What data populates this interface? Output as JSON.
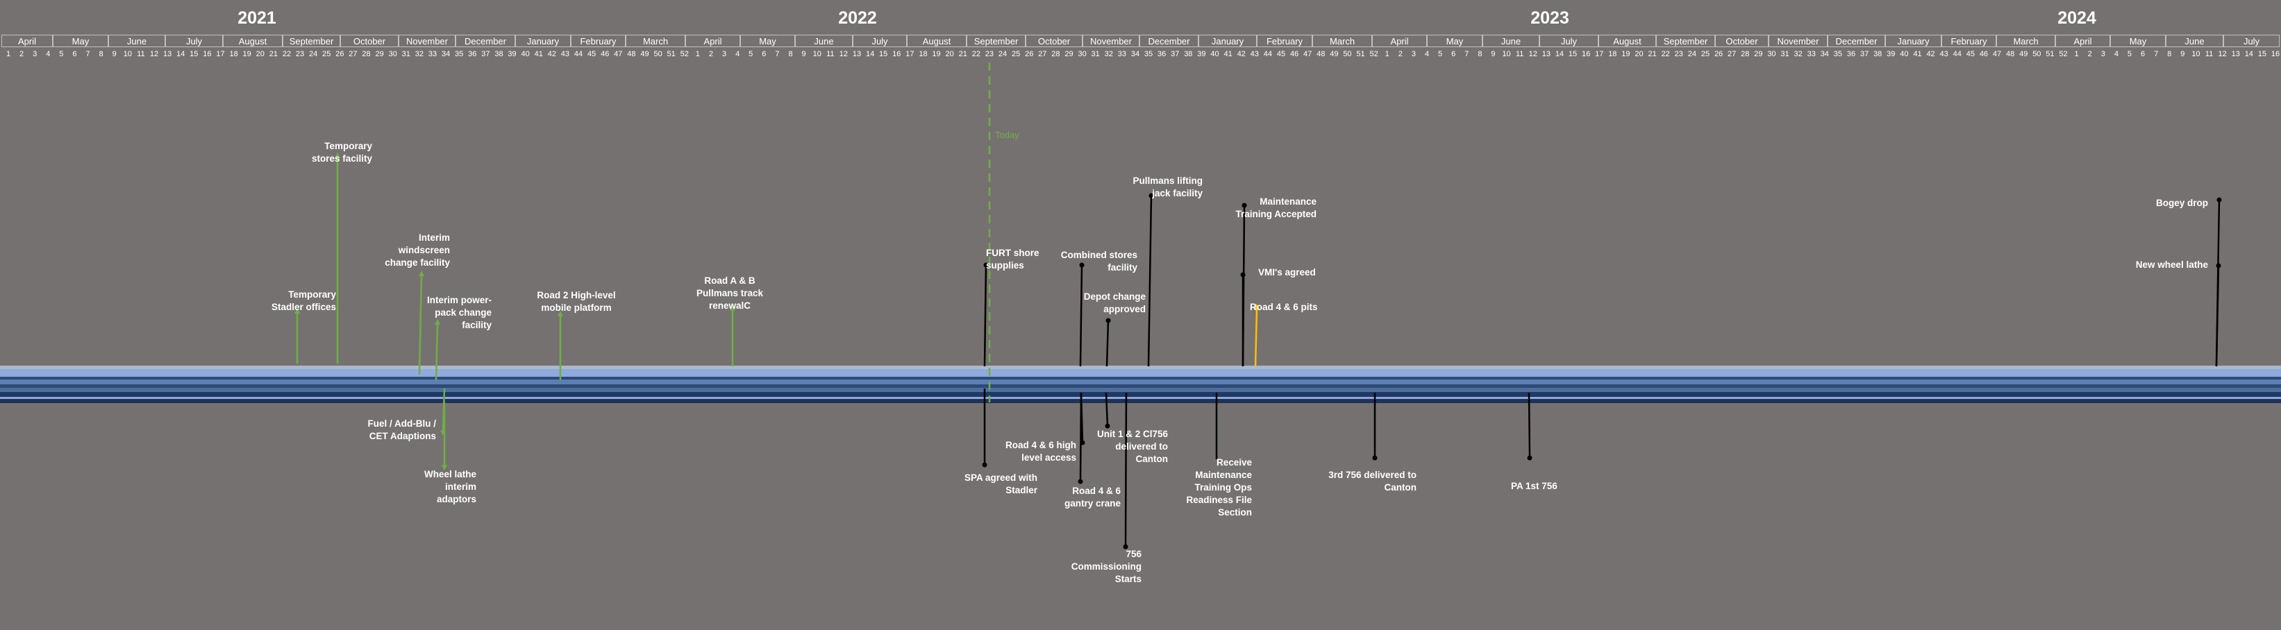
{
  "years": [
    "2021",
    "2022",
    "2023",
    "2024"
  ],
  "months": [
    "April",
    "May",
    "June",
    "July",
    "August",
    "September",
    "October",
    "November",
    "December",
    "January",
    "February",
    "March",
    "April",
    "May",
    "June",
    "July",
    "August",
    "September",
    "October",
    "November",
    "December",
    "January",
    "February",
    "March",
    "April",
    "May",
    "June",
    "July",
    "August",
    "September",
    "October",
    "November",
    "December",
    "January",
    "February",
    "March",
    "April",
    "May",
    "June",
    "July"
  ],
  "weeks": [
    "1",
    "2",
    "3",
    "4",
    "5",
    "6",
    "7",
    "8",
    "9",
    "10",
    "11",
    "12",
    "13",
    "14",
    "15",
    "16",
    "17",
    "18",
    "19",
    "20",
    "21",
    "22",
    "23",
    "24",
    "25",
    "26",
    "27",
    "28",
    "29",
    "30",
    "31",
    "32",
    "33",
    "34",
    "35",
    "36",
    "37",
    "38",
    "39",
    "40",
    "41",
    "42",
    "43",
    "44",
    "45",
    "46",
    "47",
    "48",
    "49",
    "50",
    "51",
    "52",
    "1",
    "2",
    "3",
    "4",
    "5",
    "6",
    "7",
    "8",
    "9",
    "10",
    "11",
    "12",
    "13",
    "14",
    "15",
    "16",
    "17",
    "18",
    "19",
    "20",
    "21",
    "22",
    "23",
    "24",
    "25",
    "26",
    "27",
    "28",
    "29",
    "30",
    "31",
    "32",
    "33",
    "34",
    "35",
    "36",
    "37",
    "38",
    "39",
    "40",
    "41",
    "42",
    "43",
    "44",
    "45",
    "46",
    "47",
    "48",
    "49",
    "50",
    "51",
    "52",
    "1",
    "2",
    "3",
    "4",
    "5",
    "6",
    "7",
    "8",
    "9",
    "10",
    "11",
    "12",
    "13",
    "14",
    "15",
    "16",
    "17",
    "18",
    "19",
    "20",
    "21",
    "22",
    "23",
    "24",
    "25",
    "26",
    "27",
    "28",
    "29",
    "30",
    "31",
    "32",
    "33",
    "34",
    "35",
    "36",
    "37",
    "38",
    "39",
    "40",
    "41",
    "42",
    "43",
    "44",
    "45",
    "46",
    "47",
    "48",
    "49",
    "50",
    "51",
    "52",
    "1",
    "2",
    "3",
    "4",
    "5",
    "6",
    "7",
    "8",
    "9",
    "10",
    "11",
    "12",
    "13",
    "14",
    "15",
    "16"
  ],
  "today_label": "Today",
  "colors": {
    "background": "#767171",
    "completed": "#70ad47",
    "today": "#70ad47",
    "pending": "#000000",
    "highlight": "#ffc000",
    "band_light": "#8faadc",
    "band_dark": "#2e4a75"
  },
  "milestones": [
    {
      "label": "Temporary stores facility",
      "status": "completed"
    },
    {
      "label": "Temporary Stadler offices",
      "status": "completed"
    },
    {
      "label": "Interim windscreen change facility",
      "status": "completed"
    },
    {
      "label": "Interim power-pack change facility",
      "status": "completed"
    },
    {
      "label": "Road 2 High-level mobile platform",
      "status": "completed"
    },
    {
      "label": "Road A & B Pullmans track renewalC",
      "status": "completed"
    },
    {
      "label": "Fuel / Add-Blu / CET Adaptions",
      "status": "completed"
    },
    {
      "label": "Wheel lathe interim adaptors",
      "status": "completed"
    },
    {
      "label": "FURT shore supplies",
      "status": "pending"
    },
    {
      "label": "SPA agreed with Stadler",
      "status": "pending"
    },
    {
      "label": "Combined stores facility",
      "status": "pending"
    },
    {
      "label": "Depot change approved",
      "status": "pending"
    },
    {
      "label": "Pullmans lifting jack facility",
      "status": "pending"
    },
    {
      "label": "Road 4 & 6 high level access",
      "status": "pending"
    },
    {
      "label": "Road 4 & 6 gantry crane",
      "status": "pending"
    },
    {
      "label": "Unit 1 & 2 Cl756 delivered to Canton",
      "status": "pending"
    },
    {
      "label": "756 Commissioning Starts",
      "status": "pending"
    },
    {
      "label": "Maintenance Training Accepted",
      "status": "pending"
    },
    {
      "label": "VMI's agreed",
      "status": "pending"
    },
    {
      "label": "Road 4 & 6 pits",
      "status": "highlight"
    },
    {
      "label": "Receive Maintenance Training Ops Readiness File Section",
      "status": "pending"
    },
    {
      "label": "3rd 756 delivered to Canton",
      "status": "pending"
    },
    {
      "label": "PA 1st 756",
      "status": "pending"
    },
    {
      "label": "Bogey drop",
      "status": "pending"
    },
    {
      "label": "New wheel lathe",
      "status": "pending"
    }
  ]
}
